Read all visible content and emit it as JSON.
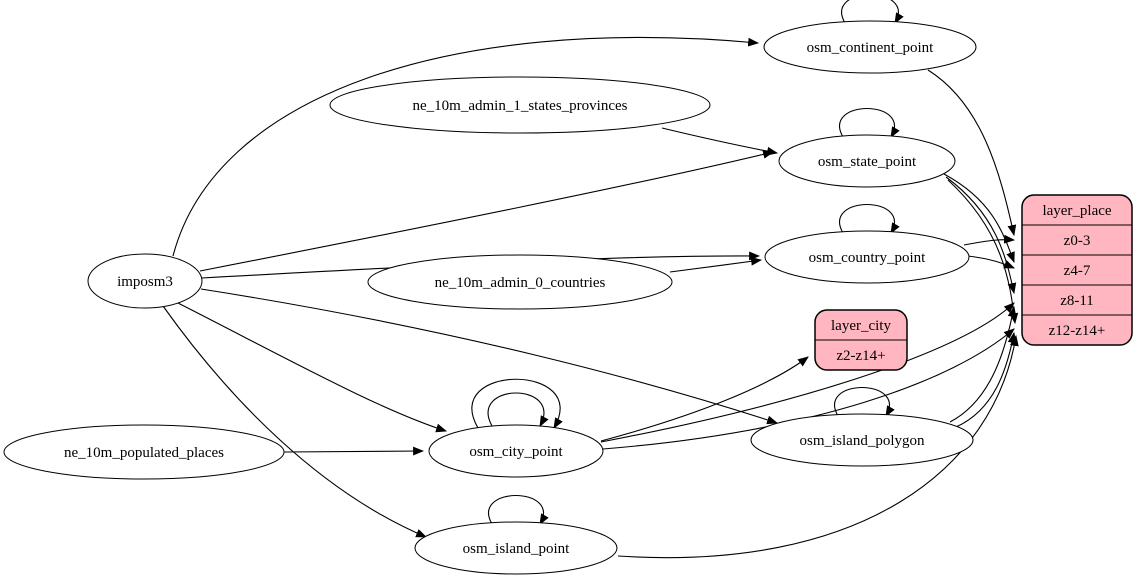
{
  "colors": {
    "background": "#ffffff",
    "node_fill": "#ffffff",
    "record_fill": "#ffb6c1",
    "stroke": "#000000"
  },
  "nodes": [
    {
      "id": "imposm3",
      "shape": "ellipse",
      "label": "imposm3"
    },
    {
      "id": "ne_10m_admin_1_states_provinces",
      "shape": "ellipse",
      "label": "ne_10m_admin_1_states_provinces"
    },
    {
      "id": "ne_10m_admin_0_countries",
      "shape": "ellipse",
      "label": "ne_10m_admin_0_countries"
    },
    {
      "id": "ne_10m_populated_places",
      "shape": "ellipse",
      "label": "ne_10m_populated_places"
    },
    {
      "id": "osm_continent_point",
      "shape": "ellipse",
      "label": "osm_continent_point"
    },
    {
      "id": "osm_state_point",
      "shape": "ellipse",
      "label": "osm_state_point"
    },
    {
      "id": "osm_country_point",
      "shape": "ellipse",
      "label": "osm_country_point"
    },
    {
      "id": "osm_city_point",
      "shape": "ellipse",
      "label": "osm_city_point"
    },
    {
      "id": "osm_island_polygon",
      "shape": "ellipse",
      "label": "osm_island_polygon"
    },
    {
      "id": "osm_island_point",
      "shape": "ellipse",
      "label": "osm_island_point"
    },
    {
      "id": "layer_place",
      "shape": "record",
      "rows": [
        "layer_place",
        "z0-3",
        "z4-7",
        "z8-11",
        "z12-z14+"
      ]
    },
    {
      "id": "layer_city",
      "shape": "record",
      "rows": [
        "layer_city",
        "z2-z14+"
      ]
    }
  ],
  "edges": [
    {
      "from": "imposm3",
      "to": "osm_continent_point"
    },
    {
      "from": "imposm3",
      "to": "osm_state_point"
    },
    {
      "from": "imposm3",
      "to": "osm_country_point"
    },
    {
      "from": "imposm3",
      "to": "osm_city_point"
    },
    {
      "from": "imposm3",
      "to": "osm_island_polygon"
    },
    {
      "from": "imposm3",
      "to": "osm_island_point"
    },
    {
      "from": "ne_10m_admin_1_states_provinces",
      "to": "osm_state_point"
    },
    {
      "from": "ne_10m_admin_0_countries",
      "to": "osm_country_point"
    },
    {
      "from": "ne_10m_populated_places",
      "to": "osm_city_point"
    },
    {
      "from": "osm_continent_point",
      "to": "osm_continent_point",
      "key": "loop"
    },
    {
      "from": "osm_state_point",
      "to": "osm_state_point",
      "key": "loop"
    },
    {
      "from": "osm_country_point",
      "to": "osm_country_point",
      "key": "loop"
    },
    {
      "from": "osm_city_point",
      "to": "osm_city_point",
      "key": "loop-outer"
    },
    {
      "from": "osm_city_point",
      "to": "osm_city_point",
      "key": "loop-inner"
    },
    {
      "from": "osm_island_polygon",
      "to": "osm_island_polygon",
      "key": "loop"
    },
    {
      "from": "osm_island_point",
      "to": "osm_island_point",
      "key": "loop"
    },
    {
      "from": "osm_continent_point",
      "to": "layer_place",
      "port": "z0-3"
    },
    {
      "from": "osm_country_point",
      "to": "layer_place",
      "port": "z0-3"
    },
    {
      "from": "osm_country_point",
      "to": "layer_place",
      "port": "z4-7"
    },
    {
      "from": "osm_state_point",
      "to": "layer_place",
      "port": "z4-7"
    },
    {
      "from": "osm_state_point",
      "to": "layer_place",
      "port": "z8-11"
    },
    {
      "from": "osm_state_point",
      "to": "layer_place",
      "port": "z12-z14+"
    },
    {
      "from": "osm_city_point",
      "to": "layer_place",
      "port": "z8-11"
    },
    {
      "from": "osm_city_point",
      "to": "layer_place",
      "port": "z12-z14+"
    },
    {
      "from": "osm_island_polygon",
      "to": "layer_place",
      "port": "z8-11"
    },
    {
      "from": "osm_island_polygon",
      "to": "layer_place",
      "port": "z12-z14+"
    },
    {
      "from": "osm_island_point",
      "to": "layer_place",
      "port": "z12-z14+"
    },
    {
      "from": "osm_city_point",
      "to": "layer_city",
      "port": "z2-z14+"
    }
  ]
}
